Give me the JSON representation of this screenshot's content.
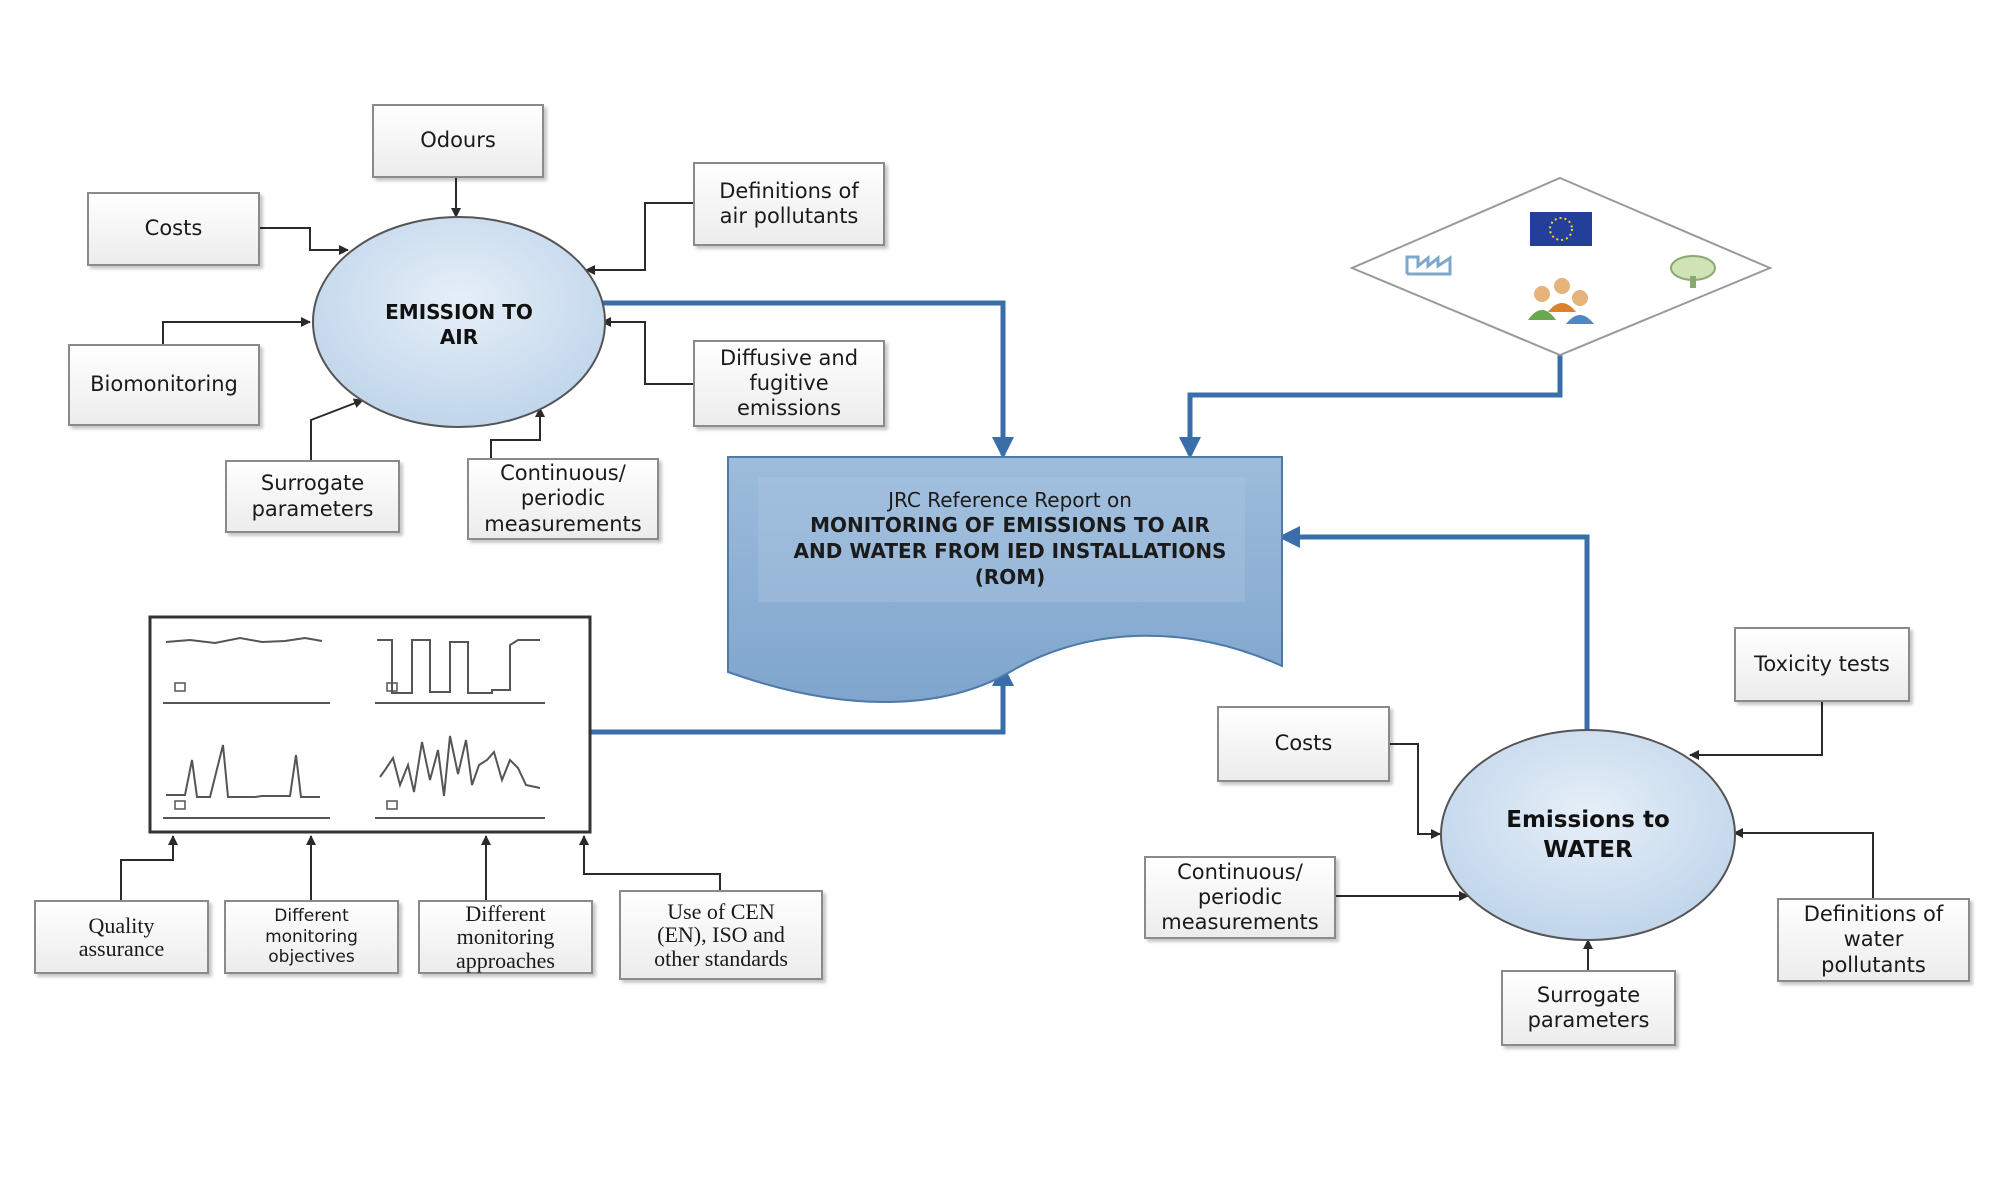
{
  "air": {
    "title": "EMISSION TO\nAIR",
    "odours": "Odours",
    "costs": "Costs",
    "definitions": "Definitions of\nair pollutants",
    "biomonitoring": "Biomonitoring",
    "diffusive": "Diffusive and\nfugitive\nemissions",
    "surrogate": "Surrogate\nparameters",
    "continuous": "Continuous/\nperiodic\nmeasurements"
  },
  "report": {
    "intro": "JRC Reference Report on",
    "title": "MONITORING OF EMISSIONS TO AIR\nAND WATER FROM IED INSTALLATIONS\n(ROM)"
  },
  "monitoring": {
    "quality": "Quality\nassurance",
    "objectives": "Different\nmonitoring\nobjectives",
    "approaches": "Different\nmonitoring\napproaches",
    "standards": "Use of CEN\n(EN), ISO and\nother standards"
  },
  "water": {
    "title": "Emissions to\nWATER",
    "toxicity": "Toxicity tests",
    "costs": "Costs",
    "continuous": "Continuous/\nperiodic\nmeasurements",
    "definitions": "Definitions of\nwater\npollutants",
    "surrogate": "Surrogate\nparameters"
  },
  "icons": [
    "factory-icon",
    "eu-flag-icon",
    "people-icon",
    "tree-icon",
    "signal-chart-icon"
  ],
  "colors": {
    "arrow": "#3a6ea8",
    "report_fill": "#8fb2d6",
    "circle_fill": "#c9dcef",
    "box_border": "#8a8a8a"
  }
}
